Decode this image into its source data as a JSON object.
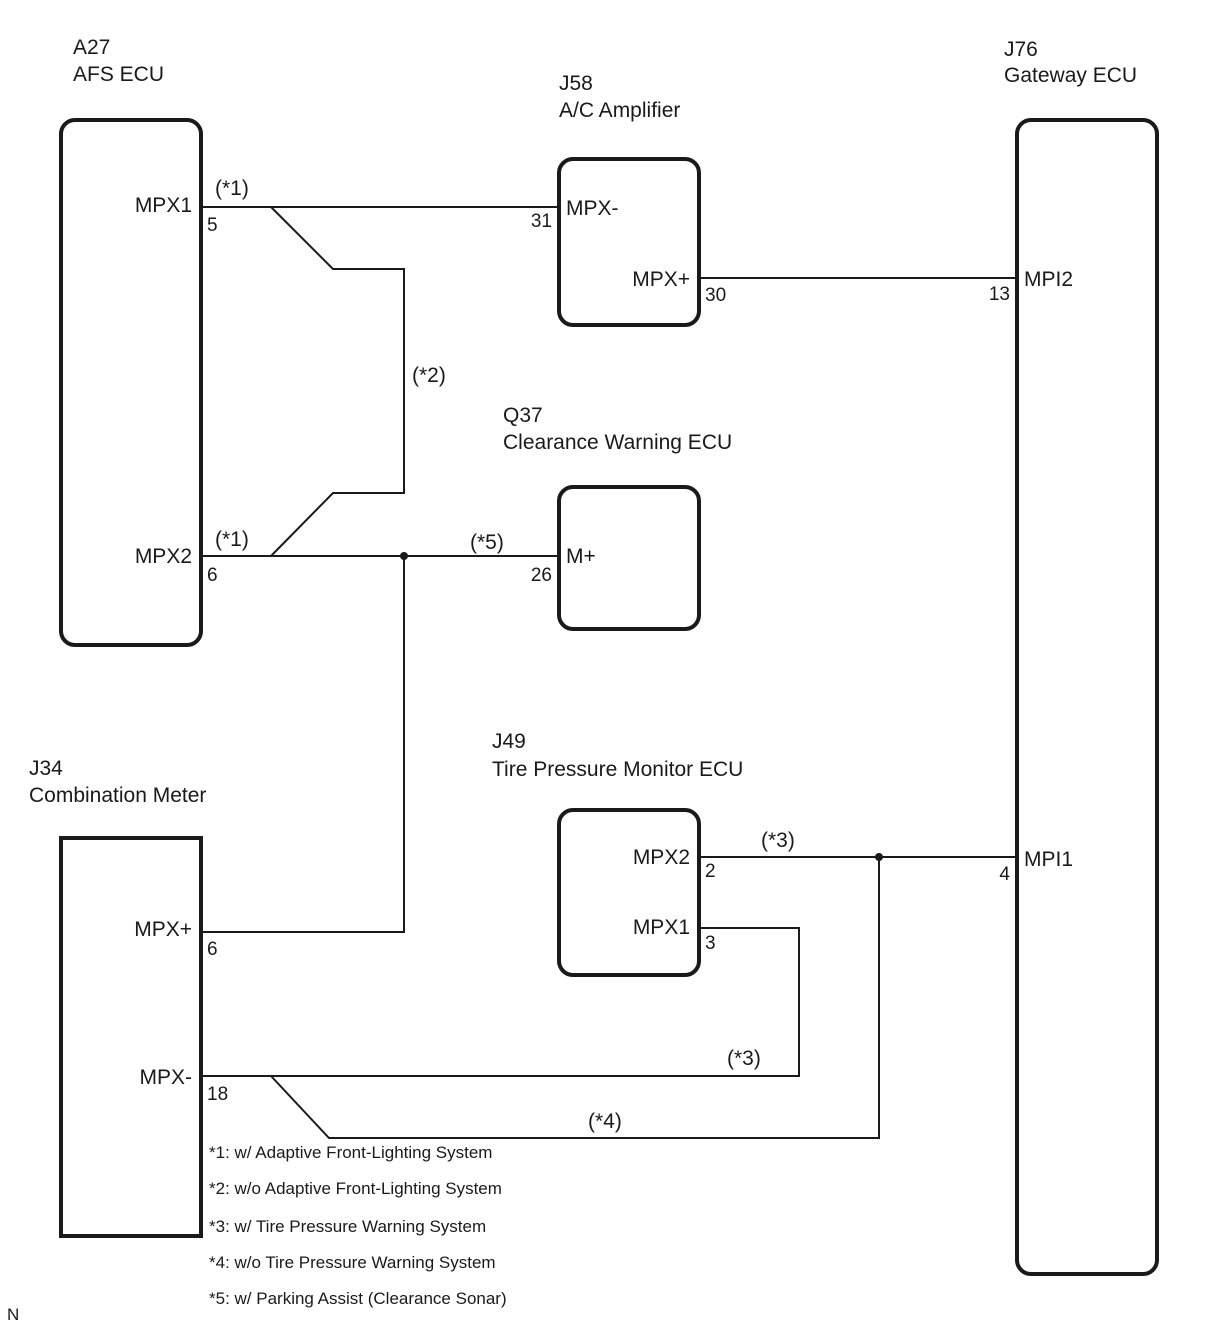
{
  "components": {
    "afs": {
      "code": "A27",
      "name": "AFS ECU",
      "terminals": {
        "mpx1": "MPX1",
        "mpx2": "MPX2"
      },
      "pins": {
        "mpx1": "5",
        "mpx2": "6"
      }
    },
    "ac": {
      "code": "J58",
      "name": "A/C Amplifier",
      "terminals": {
        "mpx_minus": "MPX-",
        "mpx_plus": "MPX+"
      },
      "pins": {
        "mpx_minus": "31",
        "mpx_plus": "30"
      }
    },
    "gateway": {
      "code": "J76",
      "name": "Gateway ECU",
      "terminals": {
        "mpi2": "MPI2",
        "mpi1": "MPI1"
      },
      "pins": {
        "mpi2": "13",
        "mpi1": "4"
      }
    },
    "clearance": {
      "code": "Q37",
      "name": "Clearance Warning ECU",
      "terminals": {
        "m_plus": "M+"
      },
      "pins": {
        "m_plus": "26"
      }
    },
    "tire": {
      "code": "J49",
      "name": "Tire Pressure Monitor ECU",
      "terminals": {
        "mpx2": "MPX2",
        "mpx1": "MPX1"
      },
      "pins": {
        "mpx2": "2",
        "mpx1": "3"
      }
    },
    "meter": {
      "code": "J34",
      "name": "Combination Meter",
      "terminals": {
        "mpx_plus": "MPX+",
        "mpx_minus": "MPX-"
      },
      "pins": {
        "mpx_plus": "6",
        "mpx_minus": "18"
      }
    }
  },
  "wire_tags": {
    "afs_mpx1": "(*1)",
    "afs_mpx2": "(*1)",
    "bypass": "(*2)",
    "clearance": "(*5)",
    "tire_mpx2": "(*3)",
    "meter_tire": "(*3)",
    "meter_gateway": "(*4)"
  },
  "notes": [
    "*1: w/ Adaptive Front-Lighting System",
    "*2: w/o Adaptive Front-Lighting System",
    "*3: w/ Tire Pressure Warning System",
    "*4: w/o Tire Pressure Warning System",
    "*5: w/ Parking Assist (Clearance Sonar)"
  ],
  "corner_mark": "N"
}
